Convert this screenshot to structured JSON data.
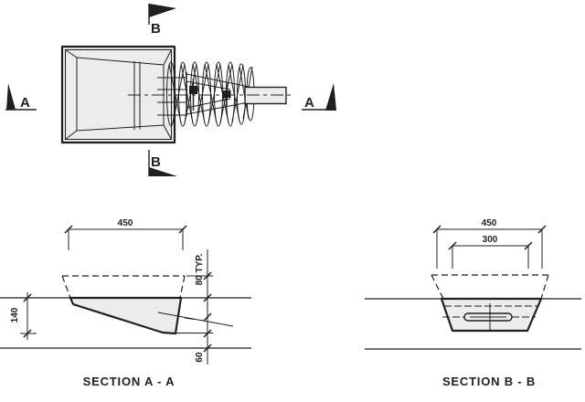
{
  "colors": {
    "line": "#1f1f1f",
    "fill": "#ececec",
    "background": "#ffffff"
  },
  "plan": {
    "marker_a_left": "A",
    "marker_a_right": "A",
    "marker_b_top": "B",
    "marker_b_bottom": "B"
  },
  "section_a": {
    "title": "SECTION A - A",
    "dim_width": "450",
    "dim_depth": "140",
    "dim_typ": "80 TYP.",
    "dim_bottom": "60"
  },
  "section_b": {
    "title": "SECTION B - B",
    "dim_outer": "450",
    "dim_inner": "300"
  }
}
